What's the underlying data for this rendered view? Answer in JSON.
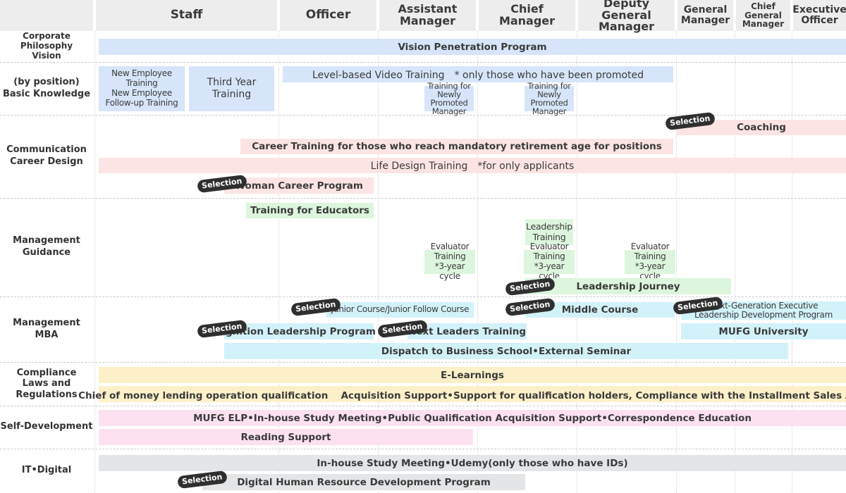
{
  "columns": {
    "staff": "Staff",
    "officer": "Officer",
    "assistant_manager": "Assistant\nManager",
    "chief_manager": "Chief\nManager",
    "deputy_general_manager": "Deputy General\nManager",
    "general_manager": "General\nManager",
    "chief_general_manager": "Chief\nGeneral\nManager",
    "executive_officer": "Executive\nOfficer"
  },
  "rows": {
    "philosophy": "Corporate\nPhilosophy\nVision",
    "basic": "(by position)\nBasic Knowledge",
    "communication": "Communication\nCareer Design",
    "management": "Management\nGuidance",
    "mba": "Management\nMBA",
    "compliance": "Compliance\nLaws and\nRegulations",
    "self_dev": "Self-Development",
    "it": "IT•Digital"
  },
  "pill_label": "Selection",
  "programs": {
    "vision": "Vision Penetration Program",
    "new_employee": "New Employee\nTraining\nNew Employee\nFollow-up Training",
    "third_year": "Third Year\nTraining",
    "level_video": "Level-based Video Training　* only those who have been promoted",
    "newly_promoted_1": "Training for\nNewly Promoted\nManager",
    "newly_promoted_2": "Training for\nNewly Promoted\nManager",
    "coaching": "Coaching",
    "career_training": "Career Training for those who reach mandatory retirement age for positions",
    "life_design": "Life Design Training　*for only applicants",
    "woman_career": "Woman Career Program",
    "educators": "Training for Educators",
    "leadership_training": "Leadership\nTraining",
    "evaluator_1": "Evaluator Training\n*3-year cycle",
    "evaluator_2": "Evaluator Training\n*3-year cycle",
    "evaluator_3": "Evaluator Training\n*3-year cycle",
    "leadership_journey": "Leadership Journey",
    "junior_course": "Junior Course/Junior Follow Course",
    "middle_course": "Middle Course",
    "next_gen": "Next-Generation Executive\nLeadership Development Program",
    "ignition": "Ignition Leadership Program",
    "next_leaders": "Next Leaders Training",
    "mufg_university": "MUFG University",
    "dispatch": "Dispatch to Business School•External Seminar",
    "elearnings": "E-Learnings",
    "qualification": "Chief of money lending operation qualification　 Acquisition Support•Support for qualification holders, Compliance with the Installment Sales Act.",
    "mufg_elp": "MUFG ELP•In-house Study Meeting•Public Qualification Acquisition Support•Correspondence Education",
    "reading": "Reading Support",
    "inhouse_udemy": "In-house Study Meeting•Udemy(only those who have IDs)",
    "digital_hr": "Digital Human Resource Development Program"
  },
  "colors": {
    "blue": "#d7e5fb",
    "pink": "#fde4e4",
    "green": "#dcf6de",
    "cyan": "#d2f2fa",
    "yellow": "#fdf0c9",
    "magenta": "#fde1f1",
    "gray": "#e3e5e7",
    "header": "#ededed",
    "pill": "#2f2f2f"
  }
}
